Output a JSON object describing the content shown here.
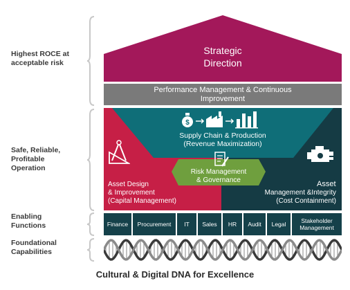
{
  "left_labels": {
    "roce": "Highest ROCE at\nacceptable risk",
    "safe": "Safe, Reliable,\nProfitable\nOperation",
    "enabling": "Enabling\nFunctions",
    "foundational": "Foundational\nCapabilities"
  },
  "roof": {
    "title": "Strategic\nDirection"
  },
  "performance": {
    "label": "Performance Management & Continuous\nImprovement"
  },
  "supply": {
    "label": "Supply Chain & Production\n(Revenue Maximization)"
  },
  "risk": {
    "label": "Risk Management\n& Governance"
  },
  "asset_design": {
    "label": "Asset Design\n& Improvement\n(Capital Management)"
  },
  "asset_mgmt": {
    "title": "Asset",
    "label": "Management &Integrity\n(Cost Containment)"
  },
  "functions": [
    "Finance",
    "Procurement",
    "IT",
    "Sales",
    "HR",
    "Audit",
    "Legal",
    "Stakeholder\nManagement"
  ],
  "footer": {
    "label": "Cultural & Digital DNA for Excellence"
  },
  "colors": {
    "roof": "#a3185a",
    "perf": "#7a7a7a",
    "teal": "#0f6e78",
    "red": "#c61f46",
    "dark": "#153b44",
    "green": "#6f9f3e",
    "func": "#15414a"
  }
}
